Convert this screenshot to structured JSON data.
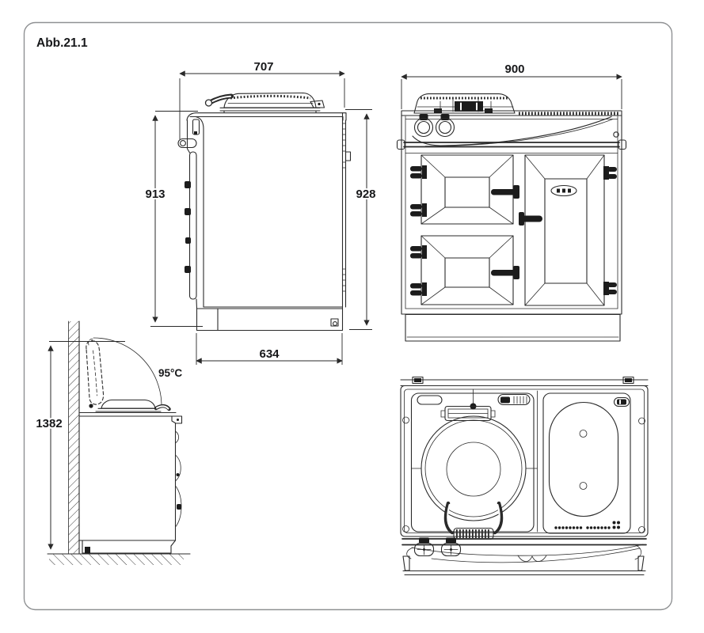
{
  "figure": {
    "label": "Abb.21.1"
  },
  "colors": {
    "background": "#ffffff",
    "frame_border": "#8f9193",
    "line": "#2a2a2a",
    "dark_fill": "#1c1c1c",
    "text": "#17181a"
  },
  "views": {
    "side_view": {
      "dims": {
        "top_depth": "707",
        "front_height": "913",
        "rear_height": "928",
        "base_depth": "634"
      }
    },
    "front_view": {
      "dims": {
        "width": "900"
      }
    },
    "wall_view": {
      "dims": {
        "raised_lid_height": "1382"
      },
      "annotations": {
        "lid_temp": "95°C"
      }
    },
    "plan_view": {}
  }
}
